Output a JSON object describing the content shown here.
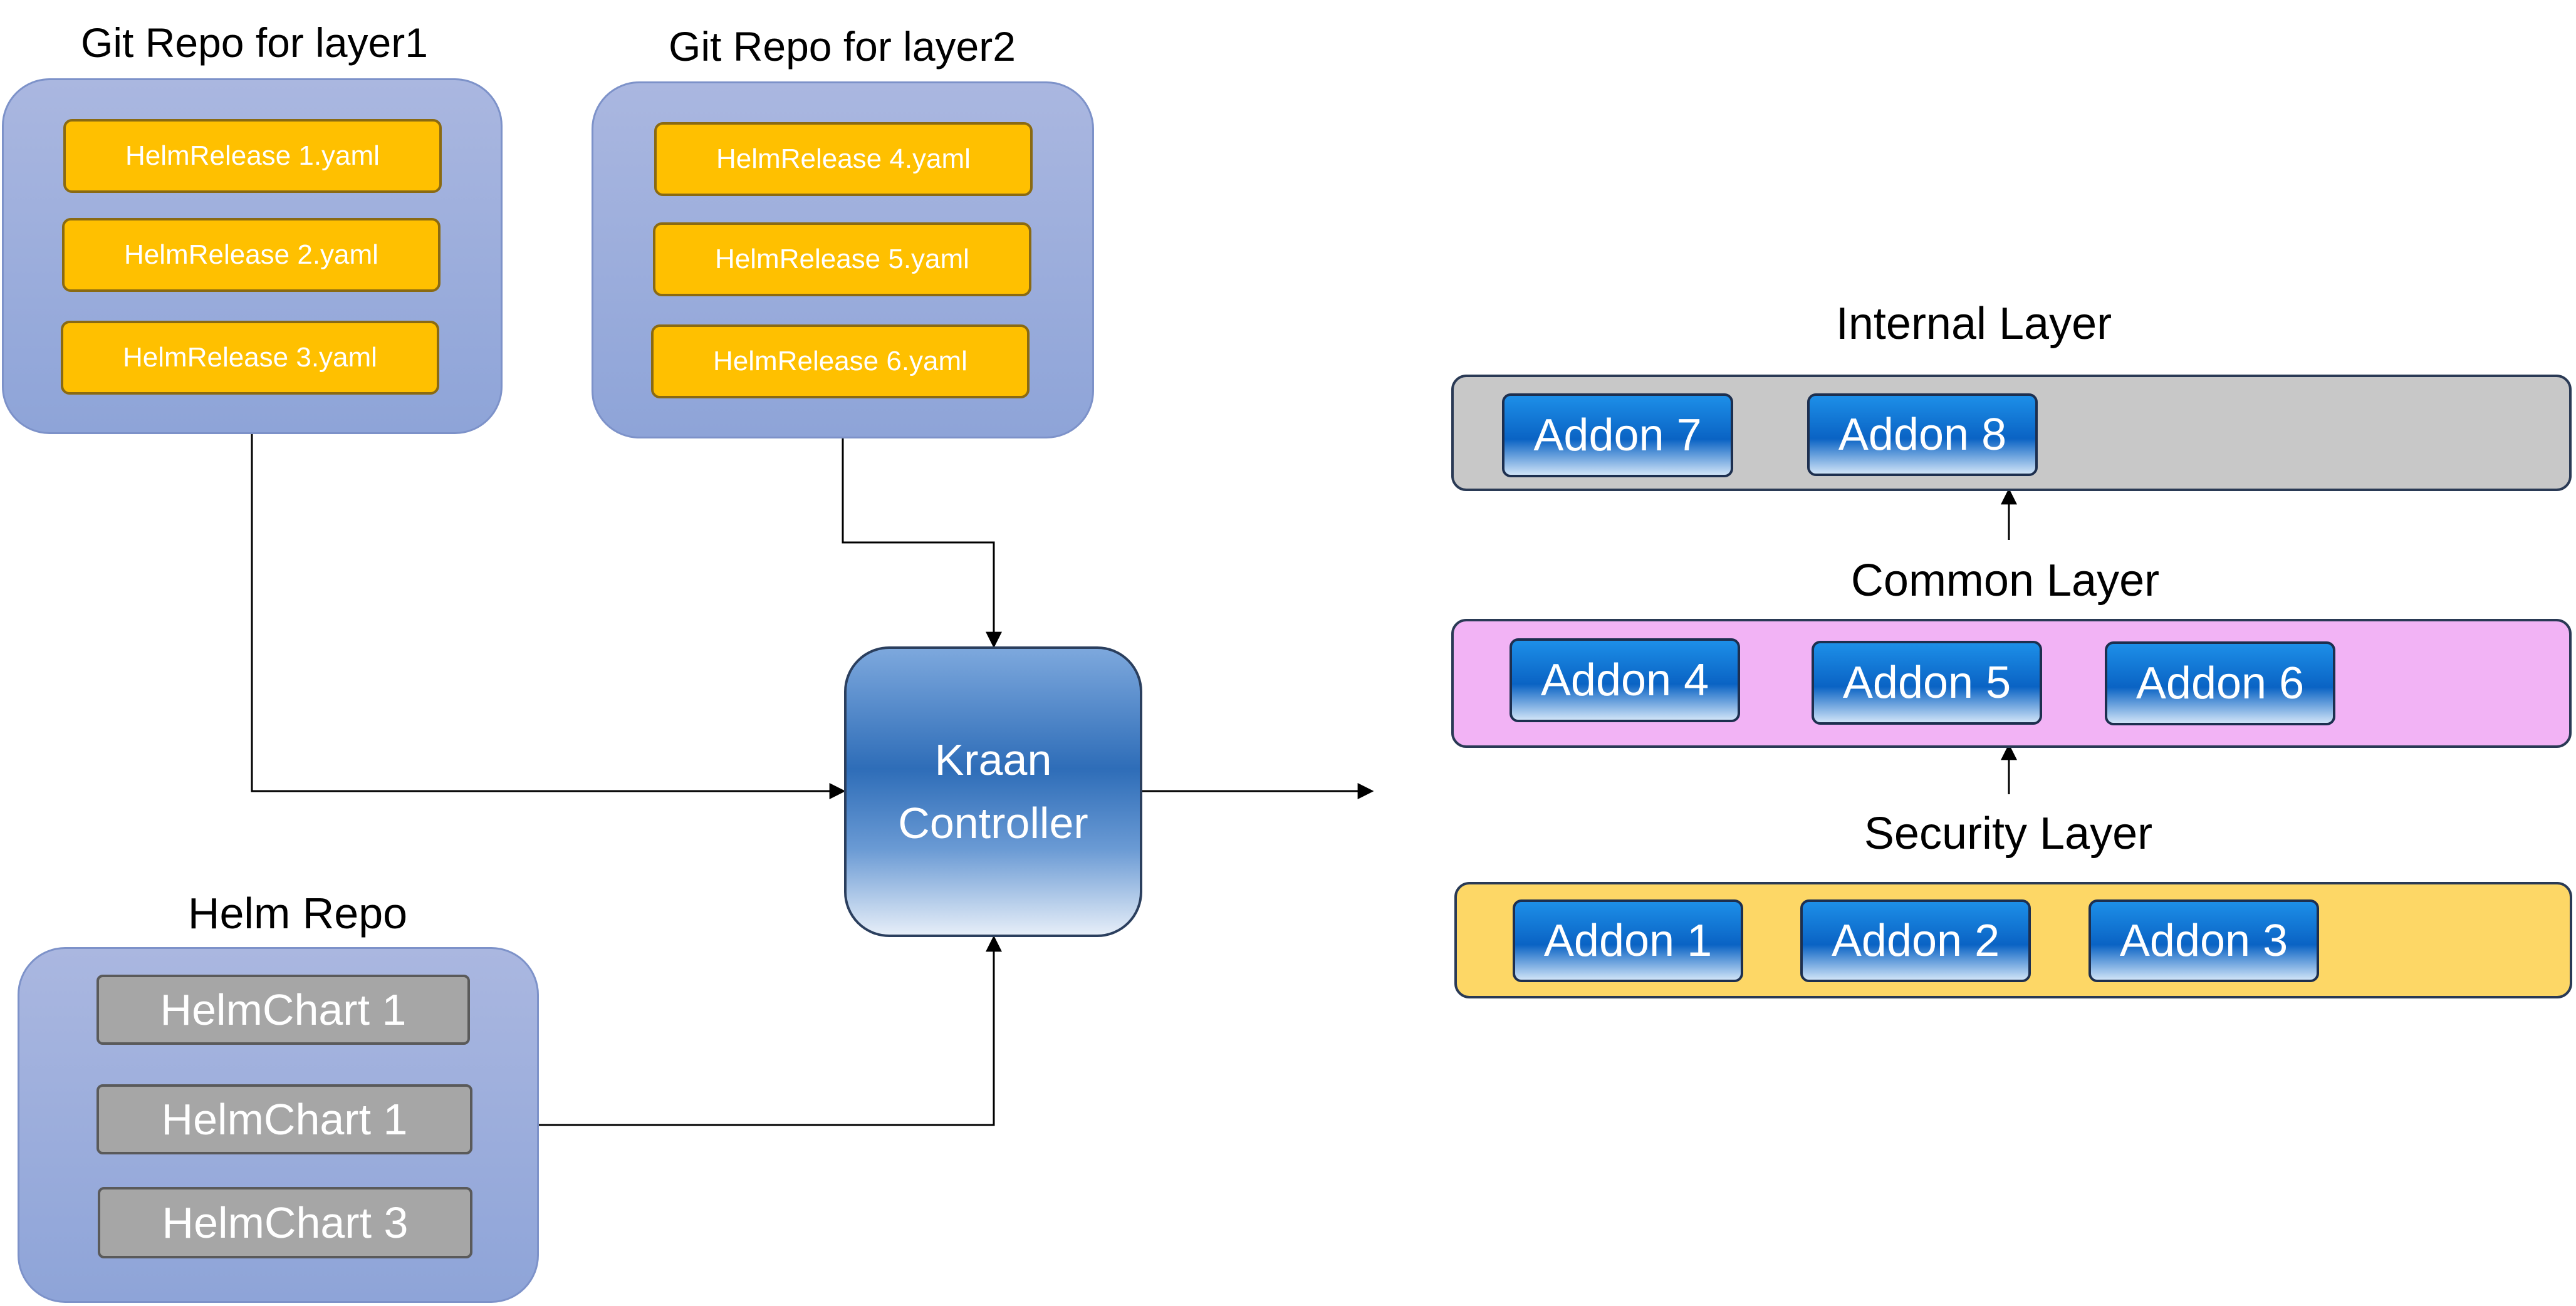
{
  "repo1": {
    "title": "Git Repo for layer1",
    "items": [
      "HelmRelease 1.yaml",
      "HelmRelease 2.yaml",
      "HelmRelease 3.yaml"
    ]
  },
  "repo2": {
    "title": "Git Repo for layer2",
    "items": [
      "HelmRelease 4.yaml",
      "HelmRelease 5.yaml",
      "HelmRelease 6.yaml"
    ]
  },
  "helm_repo": {
    "title": "Helm Repo",
    "items": [
      "HelmChart 1",
      "HelmChart 1",
      "HelmChart 3"
    ]
  },
  "controller": {
    "line1": "Kraan",
    "line2": "Controller"
  },
  "layers": {
    "internal": {
      "title": "Internal Layer",
      "addons": [
        "Addon 7",
        "Addon 8"
      ],
      "color": "#c8c8c8"
    },
    "common": {
      "title": "Common Layer",
      "addons": [
        "Addon 4",
        "Addon 5",
        "Addon 6"
      ],
      "color": "#f2b3f5"
    },
    "security": {
      "title": "Security Layer",
      "addons": [
        "Addon 1",
        "Addon 2",
        "Addon 3"
      ],
      "color": "#fdd766"
    }
  }
}
